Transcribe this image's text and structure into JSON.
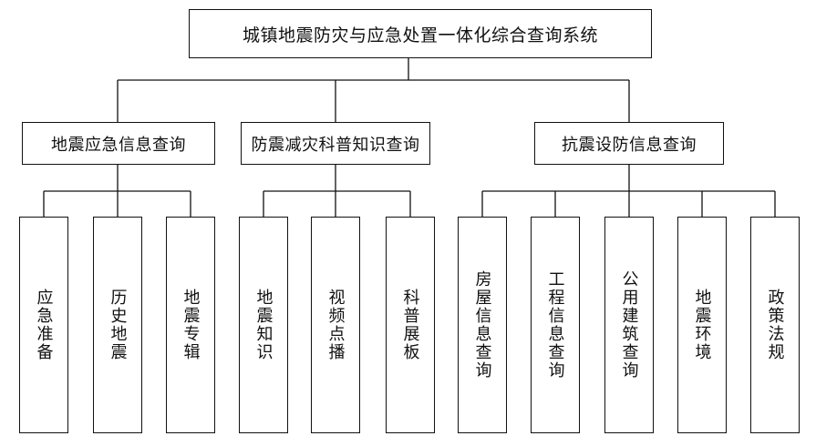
{
  "root": {
    "label": "城镇地震防灾与应急处置一体化综合查询系统"
  },
  "branches": [
    {
      "label": "地震应急信息查询",
      "leaves": [
        {
          "label": "应急准备"
        },
        {
          "label": "历史地震"
        },
        {
          "label": "地震专辑"
        }
      ]
    },
    {
      "label": "防震减灾科普知识查询",
      "leaves": [
        {
          "label": "地震知识"
        },
        {
          "label": "视频点播"
        },
        {
          "label": "科普展板"
        }
      ]
    },
    {
      "label": "抗震设防信息查询",
      "leaves": [
        {
          "label": "房屋信息查询"
        },
        {
          "label": "工程信息查询"
        },
        {
          "label": "公用建筑查询"
        },
        {
          "label": "地震环境"
        },
        {
          "label": "政策法规"
        }
      ]
    }
  ]
}
